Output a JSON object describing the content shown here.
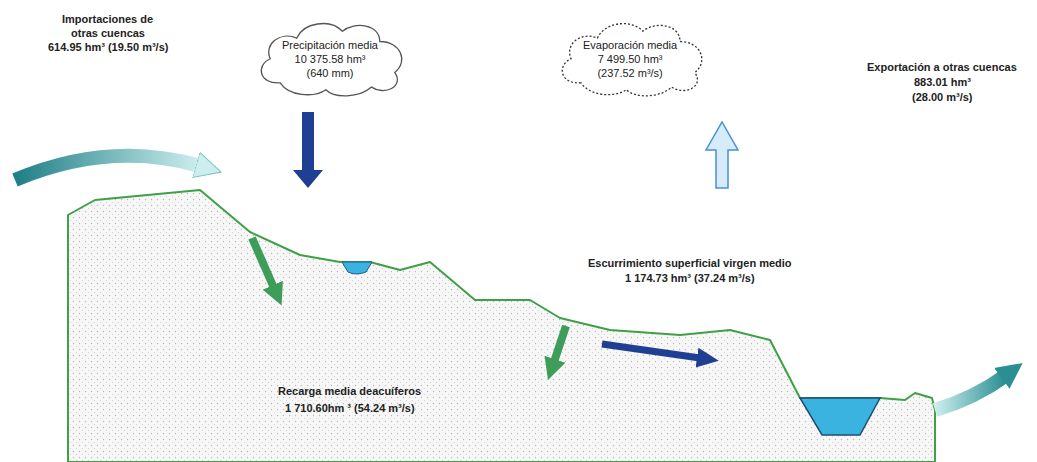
{
  "diagram": {
    "nodes": [
      {
        "text": [
          "Precipitación media",
          "10 375.58 hm³",
          "(640 mm)"
        ]
      },
      {
        "text": [
          "Evaporación media",
          "7 499.50 hm³",
          "(237.52 m³/s)"
        ]
      }
    ],
    "labels": [
      "Importaciones de",
      "otras cuencas",
      "614.95 hm³ (19.50 m³/s)",
      "Escurrimiento superficial virgen medio",
      "1 174.73 hm³ (37.24 m³/s)",
      "Exportación a otras cuencas",
      "883.01 hm³",
      "(28.00 m³/s)",
      "Recarga media deacuíferos",
      "1 710.60hm ³ (54.24 m³/s)"
    ]
  }
}
